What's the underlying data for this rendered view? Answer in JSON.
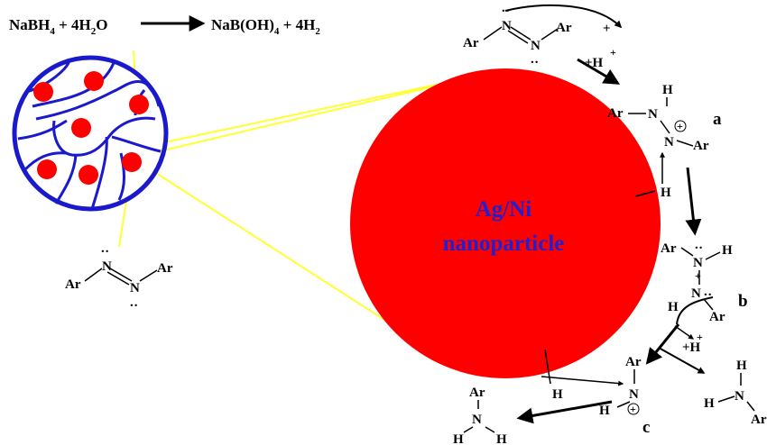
{
  "colors": {
    "nanoparticle": "#ff0000",
    "nanoparticle_label": "#2020d0",
    "composite_outline": "#1a1acc",
    "zoom_lines": "#ffff33",
    "arrows": "#000000"
  },
  "reaction": {
    "left": "NaBH",
    "left_sub1": "4",
    "plus1": " + 4H",
    "left_sub2": "2",
    "left_end": "O",
    "right": "NaB(OH)",
    "right_sub1": "4",
    "plus2": " + 4H",
    "right_sub2": "2"
  },
  "nanoparticle": {
    "line1": "Ag/Ni",
    "line2": "nanoparticle"
  },
  "atoms": {
    "ar": "Ar",
    "n": "N",
    "h": "H",
    "lone_pair": "..",
    "plus_charge": "+",
    "ar_cut": "Ar"
  },
  "protonation": {
    "label": "+H",
    "charge": "+"
  },
  "step_labels": {
    "a": "a",
    "b": "b",
    "c": "c"
  }
}
